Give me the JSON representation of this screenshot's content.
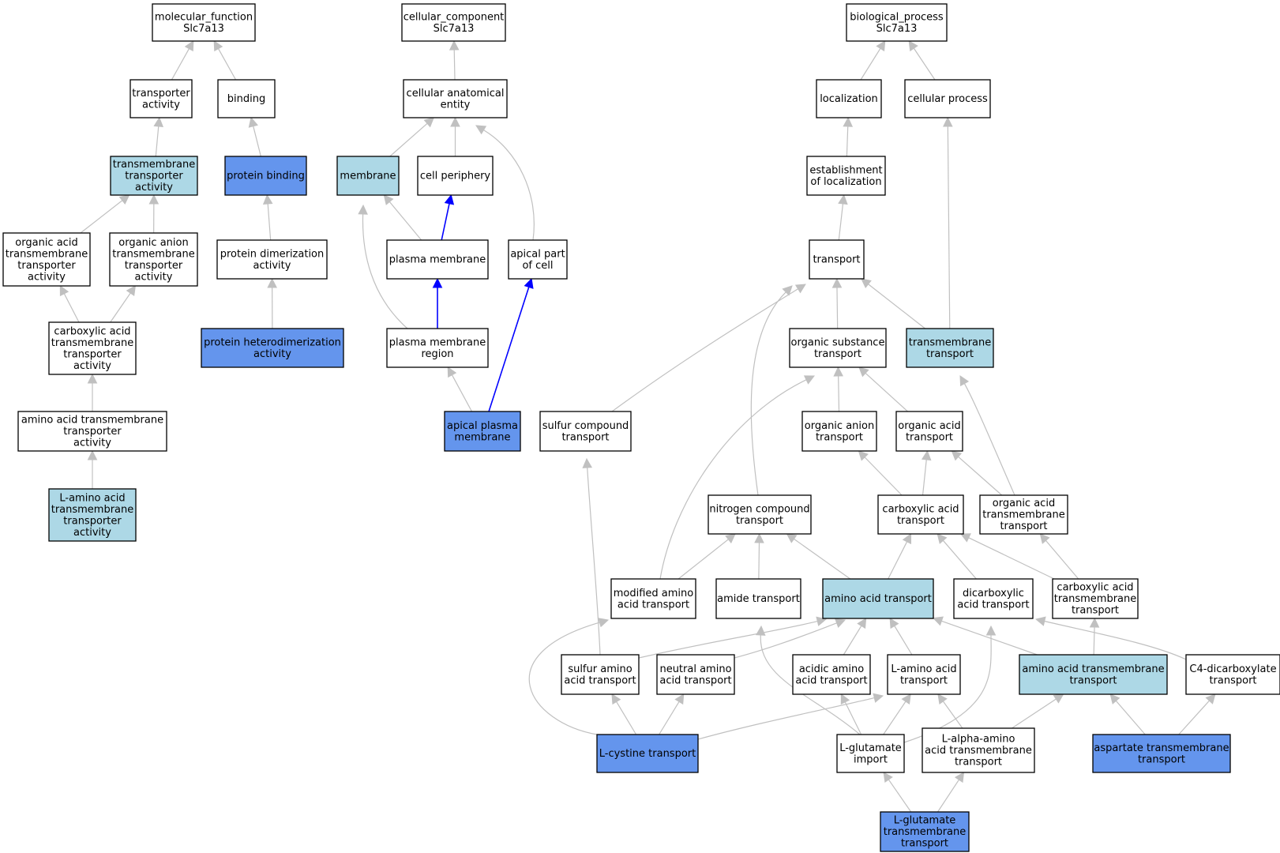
{
  "colors": {
    "plain": "#ffffff",
    "light": "#add8e6",
    "dark": "#6495ed",
    "edge_gray": "#c0c0c0",
    "edge_blue": "#0000ff"
  },
  "nodes": [
    {
      "id": "mf",
      "lines": [
        "molecular_function",
        "Slc7a13"
      ],
      "fill": "plain"
    },
    {
      "id": "cc",
      "lines": [
        "cellular_component",
        "Slc7a13"
      ],
      "fill": "plain"
    },
    {
      "id": "bp",
      "lines": [
        "biological_process",
        "Slc7a13"
      ],
      "fill": "plain"
    },
    {
      "id": "ta",
      "lines": [
        "transporter",
        "activity"
      ],
      "fill": "plain"
    },
    {
      "id": "binding",
      "lines": [
        "binding"
      ],
      "fill": "plain"
    },
    {
      "id": "cae",
      "lines": [
        "cellular anatomical",
        "entity"
      ],
      "fill": "plain"
    },
    {
      "id": "loc",
      "lines": [
        "localization"
      ],
      "fill": "plain"
    },
    {
      "id": "cproc",
      "lines": [
        "cellular process"
      ],
      "fill": "plain"
    },
    {
      "id": "tmta",
      "lines": [
        "transmembrane",
        "transporter",
        "activity"
      ],
      "fill": "light"
    },
    {
      "id": "pb",
      "lines": [
        "protein binding"
      ],
      "fill": "dark"
    },
    {
      "id": "membrane",
      "lines": [
        "membrane"
      ],
      "fill": "light"
    },
    {
      "id": "cperiph",
      "lines": [
        "cell periphery"
      ],
      "fill": "plain"
    },
    {
      "id": "estloc",
      "lines": [
        "establishment",
        "of localization"
      ],
      "fill": "plain"
    },
    {
      "id": "oatta",
      "lines": [
        "organic acid",
        "transmembrane",
        "transporter",
        "activity"
      ],
      "fill": "plain"
    },
    {
      "id": "oanta",
      "lines": [
        "organic anion",
        "transmembrane",
        "transporter",
        "activity"
      ],
      "fill": "plain"
    },
    {
      "id": "pda",
      "lines": [
        "protein dimerization",
        "activity"
      ],
      "fill": "plain"
    },
    {
      "id": "pm",
      "lines": [
        "plasma membrane"
      ],
      "fill": "plain"
    },
    {
      "id": "apc",
      "lines": [
        "apical part",
        "of cell"
      ],
      "fill": "plain"
    },
    {
      "id": "transport",
      "lines": [
        "transport"
      ],
      "fill": "plain"
    },
    {
      "id": "cxta",
      "lines": [
        "carboxylic acid",
        "transmembrane",
        "transporter",
        "activity"
      ],
      "fill": "plain"
    },
    {
      "id": "phda",
      "lines": [
        "protein heterodimerization",
        "activity"
      ],
      "fill": "dark"
    },
    {
      "id": "pmr",
      "lines": [
        "plasma membrane",
        "region"
      ],
      "fill": "plain"
    },
    {
      "id": "ost",
      "lines": [
        "organic substance",
        "transport"
      ],
      "fill": "plain"
    },
    {
      "id": "tmt",
      "lines": [
        "transmembrane",
        "transport"
      ],
      "fill": "light"
    },
    {
      "id": "aatta",
      "lines": [
        "amino acid transmembrane",
        "transporter",
        "activity"
      ],
      "fill": "plain"
    },
    {
      "id": "apm",
      "lines": [
        "apical plasma",
        "membrane"
      ],
      "fill": "dark"
    },
    {
      "id": "sct",
      "lines": [
        "sulfur compound",
        "transport"
      ],
      "fill": "plain"
    },
    {
      "id": "oant",
      "lines": [
        "organic anion",
        "transport"
      ],
      "fill": "plain"
    },
    {
      "id": "oat",
      "lines": [
        "organic acid",
        "transport"
      ],
      "fill": "plain"
    },
    {
      "id": "laatta",
      "lines": [
        "L-amino acid",
        "transmembrane",
        "transporter",
        "activity"
      ],
      "fill": "light"
    },
    {
      "id": "nct",
      "lines": [
        "nitrogen compound",
        "transport"
      ],
      "fill": "plain"
    },
    {
      "id": "cat",
      "lines": [
        "carboxylic acid",
        "transport"
      ],
      "fill": "plain"
    },
    {
      "id": "oatt",
      "lines": [
        "organic acid",
        "transmembrane",
        "transport"
      ],
      "fill": "plain"
    },
    {
      "id": "maat",
      "lines": [
        "modified amino",
        "acid transport"
      ],
      "fill": "plain"
    },
    {
      "id": "amt",
      "lines": [
        "amide transport"
      ],
      "fill": "plain"
    },
    {
      "id": "aat",
      "lines": [
        "amino acid transport"
      ],
      "fill": "light"
    },
    {
      "id": "dcat",
      "lines": [
        "dicarboxylic",
        "acid transport"
      ],
      "fill": "plain"
    },
    {
      "id": "catt",
      "lines": [
        "carboxylic acid",
        "transmembrane",
        "transport"
      ],
      "fill": "plain"
    },
    {
      "id": "saat",
      "lines": [
        "sulfur amino",
        "acid transport"
      ],
      "fill": "plain"
    },
    {
      "id": "naat",
      "lines": [
        "neutral amino",
        "acid transport"
      ],
      "fill": "plain"
    },
    {
      "id": "acaat",
      "lines": [
        "acidic amino",
        "acid transport"
      ],
      "fill": "plain"
    },
    {
      "id": "laat",
      "lines": [
        "L-amino acid",
        "transport"
      ],
      "fill": "plain"
    },
    {
      "id": "aatmt",
      "lines": [
        "amino acid transmembrane",
        "transport"
      ],
      "fill": "light"
    },
    {
      "id": "c4dt",
      "lines": [
        "C4-dicarboxylate",
        "transport"
      ],
      "fill": "plain"
    },
    {
      "id": "lcyst",
      "lines": [
        "L-cystine transport"
      ],
      "fill": "dark"
    },
    {
      "id": "lgi",
      "lines": [
        "L-glutamate",
        "import"
      ],
      "fill": "plain"
    },
    {
      "id": "laaatt",
      "lines": [
        "L-alpha-amino",
        "acid transmembrane",
        "transport"
      ],
      "fill": "plain"
    },
    {
      "id": "asptt",
      "lines": [
        "aspartate transmembrane",
        "transport"
      ],
      "fill": "dark"
    },
    {
      "id": "lgtt",
      "lines": [
        "L-glutamate",
        "transmembrane",
        "transport"
      ],
      "fill": "dark"
    }
  ],
  "edges": [
    {
      "from": "ta",
      "to": "mf",
      "color": "edge_gray"
    },
    {
      "from": "binding",
      "to": "mf",
      "color": "edge_gray"
    },
    {
      "from": "tmta",
      "to": "ta",
      "color": "edge_gray"
    },
    {
      "from": "pb",
      "to": "binding",
      "color": "edge_gray"
    },
    {
      "from": "oatta",
      "to": "tmta",
      "color": "edge_gray"
    },
    {
      "from": "oanta",
      "to": "tmta",
      "color": "edge_gray"
    },
    {
      "from": "pda",
      "to": "pb",
      "color": "edge_gray"
    },
    {
      "from": "cxta",
      "to": "oatta",
      "color": "edge_gray"
    },
    {
      "from": "cxta",
      "to": "oanta",
      "color": "edge_gray"
    },
    {
      "from": "phda",
      "to": "pda",
      "color": "edge_gray"
    },
    {
      "from": "aatta",
      "to": "cxta",
      "color": "edge_gray"
    },
    {
      "from": "laatta",
      "to": "aatta",
      "color": "edge_gray"
    },
    {
      "from": "cae",
      "to": "cc",
      "color": "edge_gray"
    },
    {
      "from": "membrane",
      "to": "cae",
      "color": "edge_gray"
    },
    {
      "from": "cperiph",
      "to": "cae",
      "color": "edge_gray"
    },
    {
      "from": "apc",
      "to": "cae",
      "color": "edge_gray"
    },
    {
      "from": "pm",
      "to": "membrane",
      "color": "edge_gray"
    },
    {
      "from": "pm",
      "to": "cperiph",
      "color": "edge_blue"
    },
    {
      "from": "pmr",
      "to": "membrane",
      "color": "edge_gray"
    },
    {
      "from": "pmr",
      "to": "pm",
      "color": "edge_blue"
    },
    {
      "from": "apm",
      "to": "pmr",
      "color": "edge_gray"
    },
    {
      "from": "apm",
      "to": "apc",
      "color": "edge_blue"
    },
    {
      "from": "loc",
      "to": "bp",
      "color": "edge_gray"
    },
    {
      "from": "cproc",
      "to": "bp",
      "color": "edge_gray"
    },
    {
      "from": "estloc",
      "to": "loc",
      "color": "edge_gray"
    },
    {
      "from": "transport",
      "to": "estloc",
      "color": "edge_gray"
    },
    {
      "from": "ost",
      "to": "transport",
      "color": "edge_gray"
    },
    {
      "from": "tmt",
      "to": "transport",
      "color": "edge_gray"
    },
    {
      "from": "tmt",
      "to": "cproc",
      "color": "edge_gray"
    },
    {
      "from": "sct",
      "to": "transport",
      "color": "edge_gray"
    },
    {
      "from": "nct",
      "to": "transport",
      "color": "edge_gray"
    },
    {
      "from": "oant",
      "to": "ost",
      "color": "edge_gray"
    },
    {
      "from": "oat",
      "to": "ost",
      "color": "edge_gray"
    },
    {
      "from": "maat",
      "to": "ost",
      "color": "edge_gray"
    },
    {
      "from": "cat",
      "to": "oant",
      "color": "edge_gray"
    },
    {
      "from": "cat",
      "to": "oat",
      "color": "edge_gray"
    },
    {
      "from": "oatt",
      "to": "oat",
      "color": "edge_gray"
    },
    {
      "from": "oatt",
      "to": "tmt",
      "color": "edge_gray"
    },
    {
      "from": "maat",
      "to": "nct",
      "color": "edge_gray"
    },
    {
      "from": "amt",
      "to": "nct",
      "color": "edge_gray"
    },
    {
      "from": "aat",
      "to": "nct",
      "color": "edge_gray"
    },
    {
      "from": "aat",
      "to": "cat",
      "color": "edge_gray"
    },
    {
      "from": "dcat",
      "to": "cat",
      "color": "edge_gray"
    },
    {
      "from": "catt",
      "to": "cat",
      "color": "edge_gray"
    },
    {
      "from": "catt",
      "to": "oatt",
      "color": "edge_gray"
    },
    {
      "from": "saat",
      "to": "aat",
      "color": "edge_gray"
    },
    {
      "from": "naat",
      "to": "aat",
      "color": "edge_gray"
    },
    {
      "from": "acaat",
      "to": "aat",
      "color": "edge_gray"
    },
    {
      "from": "laat",
      "to": "aat",
      "color": "edge_gray"
    },
    {
      "from": "aatmt",
      "to": "aat",
      "color": "edge_gray"
    },
    {
      "from": "aatmt",
      "to": "catt",
      "color": "edge_gray"
    },
    {
      "from": "c4dt",
      "to": "dcat",
      "color": "edge_gray"
    },
    {
      "from": "saat",
      "to": "sct",
      "color": "edge_gray"
    },
    {
      "from": "lcyst",
      "to": "saat",
      "color": "edge_gray"
    },
    {
      "from": "lcyst",
      "to": "naat",
      "color": "edge_gray"
    },
    {
      "from": "lcyst",
      "to": "laat",
      "color": "edge_gray"
    },
    {
      "from": "lcyst",
      "to": "maat",
      "color": "edge_gray"
    },
    {
      "from": "lgi",
      "to": "acaat",
      "color": "edge_gray"
    },
    {
      "from": "lgi",
      "to": "laat",
      "color": "edge_gray"
    },
    {
      "from": "lgi",
      "to": "amt",
      "color": "edge_gray"
    },
    {
      "from": "lgi",
      "to": "dcat",
      "color": "edge_gray"
    },
    {
      "from": "laaatt",
      "to": "laat",
      "color": "edge_gray"
    },
    {
      "from": "laaatt",
      "to": "aatmt",
      "color": "edge_gray"
    },
    {
      "from": "asptt",
      "to": "aatmt",
      "color": "edge_gray"
    },
    {
      "from": "asptt",
      "to": "c4dt",
      "color": "edge_gray"
    },
    {
      "from": "lgtt",
      "to": "lgi",
      "color": "edge_gray"
    },
    {
      "from": "lgtt",
      "to": "laaatt",
      "color": "edge_gray"
    }
  ]
}
